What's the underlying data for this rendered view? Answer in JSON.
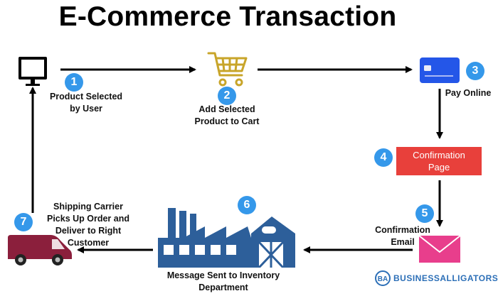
{
  "title": "E-Commerce Transaction",
  "steps": [
    {
      "number": "1",
      "lines": [
        "Product Selected",
        "by User"
      ]
    },
    {
      "number": "2",
      "lines": [
        "Add Selected",
        "Product to Cart"
      ]
    },
    {
      "number": "3",
      "lines": [
        "Pay Online"
      ]
    },
    {
      "number": "4",
      "lines": [
        "Confirmation",
        "Page"
      ]
    },
    {
      "number": "5",
      "lines": [
        "Confirmation",
        "Email"
      ]
    },
    {
      "number": "6",
      "lines": [
        "Message Sent to Inventory",
        "Department"
      ]
    },
    {
      "number": "7",
      "lines": [
        "Shipping Carrier",
        "Picks Up Order and",
        "Deliver to Right",
        "Customer"
      ]
    }
  ],
  "logo": {
    "monogram": "BA",
    "name": "BUSINESSALLIGATORS"
  },
  "colors": {
    "badge": "#3598ea",
    "confirmation_box": "#e8403b",
    "card": "#2456e8",
    "cart": "#c8a52a",
    "factory": "#2d5f9a",
    "envelope": "#e83e8c",
    "van": "#8b1f3c"
  },
  "icons": [
    "monitor-icon",
    "shopping-cart-icon",
    "credit-card-icon",
    "envelope-icon",
    "factory-icon",
    "delivery-van-icon"
  ]
}
